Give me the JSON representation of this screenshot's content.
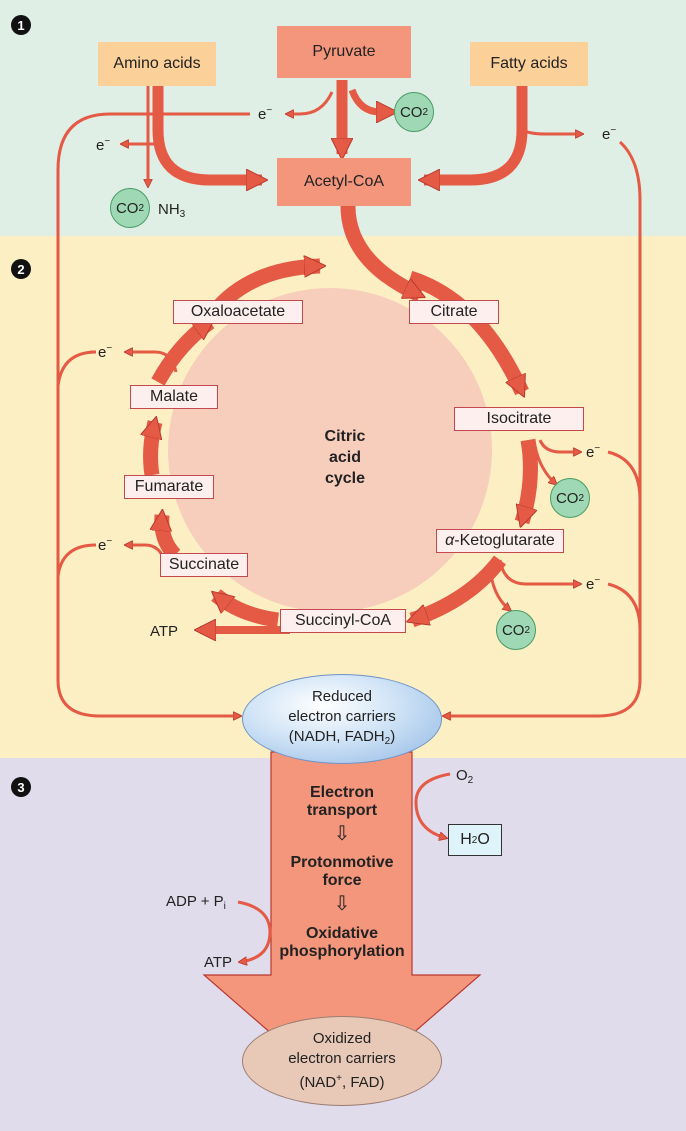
{
  "colors": {
    "stage1_bg": "#e0efe6",
    "stage2_bg": "#fdefc4",
    "stage3_bg": "#e0dcec",
    "arrow": "#e55a45",
    "arrow_outline": "#b8392f",
    "cycle_fill": "#f7cdbc",
    "source_box": "#fbd199",
    "pink_box": "#f4967c",
    "co2_fill": "#9fd8b4",
    "h2o_box": "#dff3fb"
  },
  "stages": [
    "1",
    "2",
    "3"
  ],
  "stage1": {
    "amino_acids": "Amino acids",
    "pyruvate": "Pyruvate",
    "fatty_acids": "Fatty acids",
    "acetyl_coa": "Acetyl-CoA",
    "co2": "CO",
    "co2_sub": "2",
    "nh3": "NH",
    "nh3_sub": "3",
    "electron": "e",
    "electron_sup": "−"
  },
  "stage2": {
    "cycle_title_1": "Citric",
    "cycle_title_2": "acid",
    "cycle_title_3": "cycle",
    "oxaloacetate": "Oxaloacetate",
    "citrate": "Citrate",
    "malate": "Malate",
    "isocitrate": "Isocitrate",
    "fumarate": "Fumarate",
    "ketoglutarate_prefix": "α",
    "ketoglutarate": "-Ketoglutarate",
    "succinate": "Succinate",
    "succinyl_coa": "Succinyl-CoA",
    "atp": "ATP",
    "reduced_1": "Reduced",
    "reduced_2": "electron carriers",
    "reduced_3a": "(NADH, FADH",
    "reduced_3_sub": "2",
    "reduced_3b": ")"
  },
  "stage3": {
    "electron_transport_1": "Electron",
    "electron_transport_2": "transport",
    "protonmotive_1": "Protonmotive",
    "protonmotive_2": "force",
    "oxphos_1": "Oxidative",
    "oxphos_2": "phosphorylation",
    "o2": "O",
    "o2_sub": "2",
    "h2o_a": "H",
    "h2o_sub": "2",
    "h2o_b": "O",
    "adp_pi": "ADP + P",
    "pi_sub": "i",
    "atp": "ATP",
    "oxidized_1": "Oxidized",
    "oxidized_2": "electron carriers",
    "oxidized_3a": "(NAD",
    "oxidized_3_sup": "+",
    "oxidized_3b": ", FAD)"
  }
}
